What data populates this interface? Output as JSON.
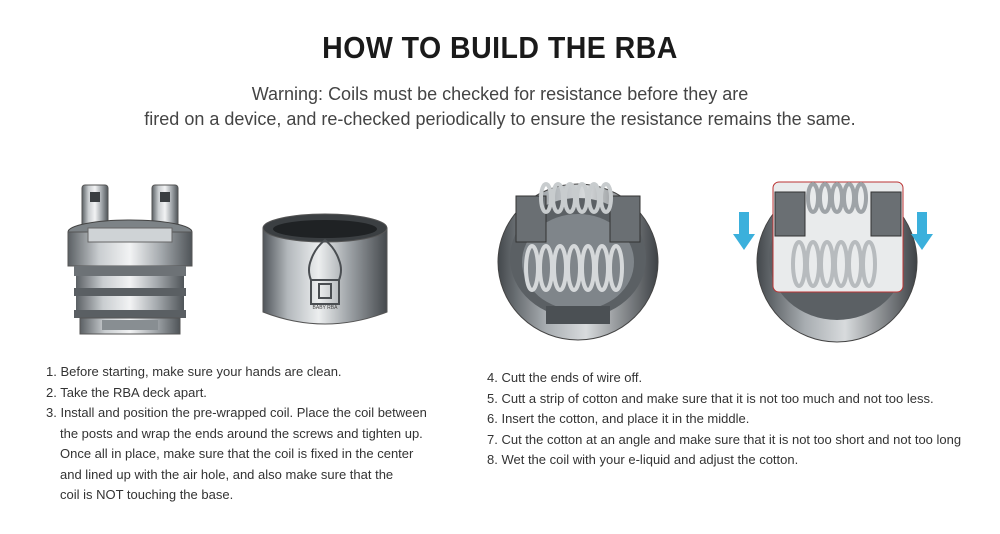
{
  "title": "HOW TO BUILD THE RBA",
  "warning": {
    "line1": "Warning: Coils must be checked for resistance before they are",
    "line2": "fired on a device, and re-checked periodically to ensure the resistance remains the same."
  },
  "images": {
    "deck": "rba-deck",
    "ring": "rba-ring",
    "coil": "rba-coil-installed",
    "cotton": "rba-coil-with-airflow-arrows"
  },
  "ring_engraving": "BABY RBA",
  "colors": {
    "arrow": "#3bb0dc",
    "metal": "#8f959a",
    "dark_metal": "#4e5357"
  },
  "steps_left": [
    {
      "lines": [
        "1. Before starting, make sure your hands are clean."
      ]
    },
    {
      "lines": [
        "2. Take the RBA deck apart."
      ]
    },
    {
      "lines": [
        "3. Install and position the pre-wrapped coil. Place the coil between",
        "the posts and wrap the ends around the screws and tighten up.",
        "Once all in place, make sure that the coil is fixed in the center",
        "and lined up with the air hole, and also make sure that the",
        "coil is NOT touching the base."
      ]
    }
  ],
  "steps_right": [
    "4. Cutt the ends of wire off.",
    "5. Cutt a strip of cotton and make sure that it is not too much and not too less.",
    "6. Insert the cotton, and place it in the middle.",
    "7. Cut the cotton at an angle and make sure that it is not too short and not too long",
    "8. Wet the coil with your e-liquid and adjust the cotton."
  ]
}
